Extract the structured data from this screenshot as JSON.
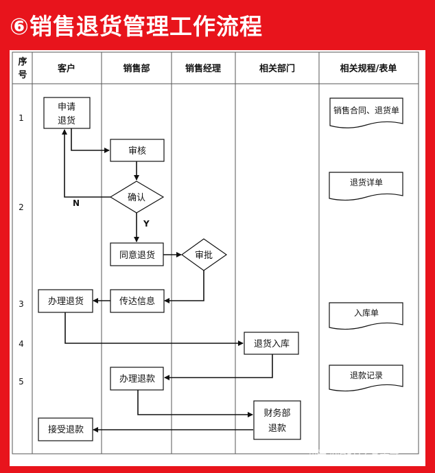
{
  "title": "⑥销售退货管理工作流程",
  "watermark": "知乎 @HRD学堂牛哥",
  "table": {
    "columns": [
      "序号",
      "客户",
      "销售部",
      "销售经理",
      "相关部门",
      "相关规程/表单"
    ],
    "row_numbers": [
      "1",
      "2",
      "3",
      "4",
      "5"
    ]
  },
  "nodes": {
    "apply_line1": "申请",
    "apply_line2": "退货",
    "review": "审核",
    "confirm": "确认",
    "agree_return": "同意退货",
    "approve": "审批",
    "customer_handle_return": "办理退货",
    "relay_info": "传达信息",
    "return_warehouse": "退货入库",
    "handle_refund": "办理退款",
    "finance_line1": "财务部",
    "finance_line2": "退款",
    "receive_refund": "接受退款"
  },
  "branch_labels": {
    "no": "N",
    "yes": "Y"
  },
  "documents": [
    "销售合同、退货单",
    "退货详单",
    "入库单",
    "退款记录"
  ]
}
